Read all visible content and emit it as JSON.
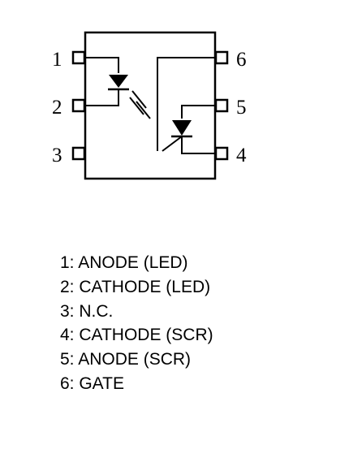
{
  "pins": {
    "p1": "1",
    "p2": "2",
    "p3": "3",
    "p4": "4",
    "p5": "5",
    "p6": "6"
  },
  "legend": [
    "1: ANODE (LED)",
    "2: CATHODE (LED)",
    "3: N.C.",
    "4: CATHODE (SCR)",
    "5: ANODE (SCR)",
    "6: GATE"
  ]
}
